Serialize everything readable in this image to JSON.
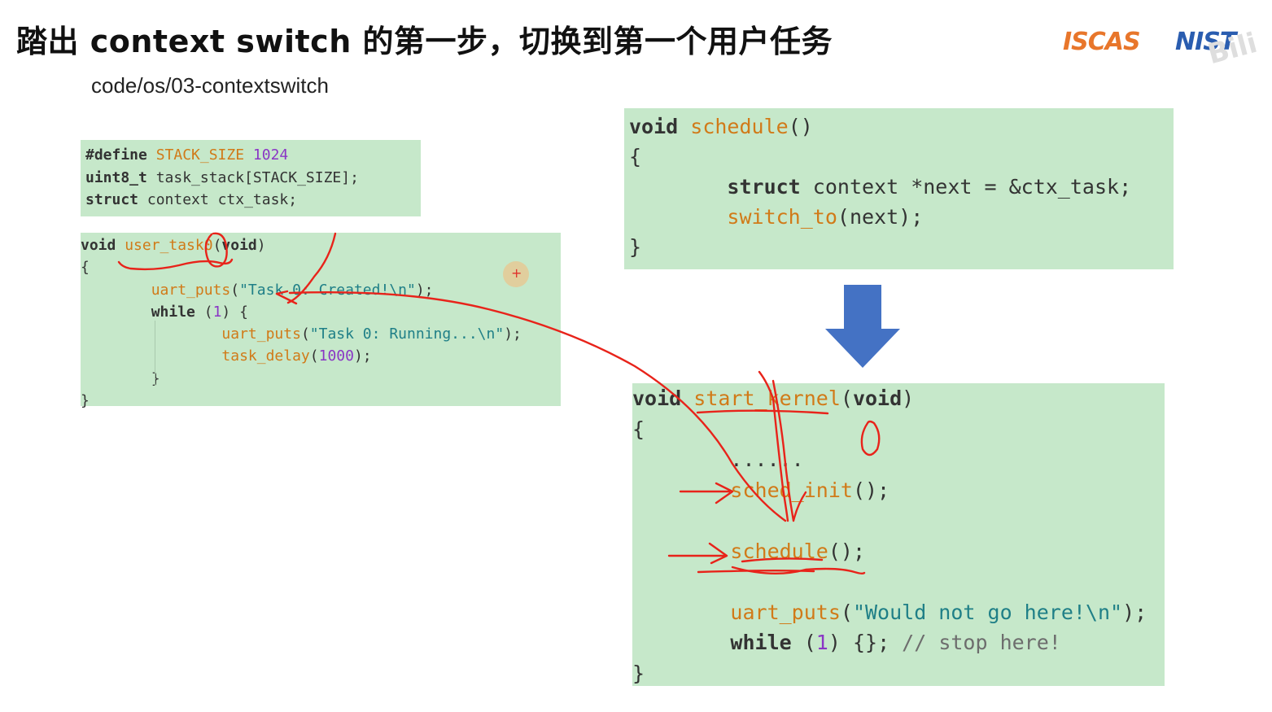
{
  "slide": {
    "title": "踏出 context switch 的第一步，切换到第一个用户任务",
    "subtitle": "code/os/03-contextswitch",
    "logos": {
      "iscas": "ISCAS",
      "nist": "NIST"
    },
    "watermark": "Bili"
  },
  "code_defines": [
    [
      [
        "kw",
        "#define "
      ],
      [
        "fn",
        "STACK_SIZE "
      ],
      [
        "num",
        "1024"
      ]
    ],
    [
      [
        "kw",
        "uint8_t"
      ],
      [
        "plain",
        " task_stack[STACK_SIZE];"
      ]
    ],
    [
      [
        "kw",
        "struct"
      ],
      [
        "plain",
        " context ctx_task;"
      ]
    ]
  ],
  "code_user_task": [
    [
      [
        "kw",
        "void "
      ],
      [
        "fn",
        "user_task0"
      ],
      [
        "plain",
        "("
      ],
      [
        "kw",
        "void"
      ],
      [
        "plain",
        ")"
      ]
    ],
    [
      [
        "plain",
        "{"
      ]
    ],
    [
      [
        "plain",
        "        "
      ],
      [
        "fn",
        "uart_puts"
      ],
      [
        "plain",
        "("
      ],
      [
        "str",
        "\"Task 0: Created!\\n\""
      ],
      [
        "plain",
        ");"
      ]
    ],
    [
      [
        "plain",
        "        "
      ],
      [
        "kw",
        "while"
      ],
      [
        "plain",
        " ("
      ],
      [
        "num",
        "1"
      ],
      [
        "plain",
        ") {"
      ]
    ],
    [
      [
        "plain",
        "                "
      ],
      [
        "fn",
        "uart_puts"
      ],
      [
        "plain",
        "("
      ],
      [
        "str",
        "\"Task 0: Running...\\n\""
      ],
      [
        "plain",
        ");"
      ]
    ],
    [
      [
        "plain",
        "                "
      ],
      [
        "fn",
        "task_delay"
      ],
      [
        "plain",
        "("
      ],
      [
        "num",
        "1000"
      ],
      [
        "plain",
        ");"
      ]
    ],
    [
      [
        "plain",
        "        }"
      ]
    ],
    [
      [
        "plain",
        "}"
      ]
    ]
  ],
  "code_schedule": [
    [
      [
        "kw",
        "void "
      ],
      [
        "fn",
        "schedule"
      ],
      [
        "plain",
        "()"
      ]
    ],
    [
      [
        "plain",
        "{"
      ]
    ],
    [
      [
        "plain",
        "        "
      ],
      [
        "kw",
        "struct"
      ],
      [
        "plain",
        " context *next = &ctx_task;"
      ]
    ],
    [
      [
        "plain",
        "        "
      ],
      [
        "fn",
        "switch_to"
      ],
      [
        "plain",
        "(next);"
      ]
    ],
    [
      [
        "plain",
        "}"
      ]
    ]
  ],
  "code_start_kernel": [
    [
      [
        "kw",
        "void "
      ],
      [
        "fn",
        "start_kernel"
      ],
      [
        "plain",
        "("
      ],
      [
        "kw",
        "void"
      ],
      [
        "plain",
        ")"
      ]
    ],
    [
      [
        "plain",
        "{"
      ]
    ],
    [
      [
        "plain",
        "        ......"
      ]
    ],
    [
      [
        "plain",
        "        "
      ],
      [
        "fn",
        "sched_init"
      ],
      [
        "plain",
        "();"
      ]
    ],
    [
      [
        "plain",
        ""
      ]
    ],
    [
      [
        "plain",
        "        "
      ],
      [
        "fn",
        "schedule"
      ],
      [
        "plain",
        "();"
      ]
    ],
    [
      [
        "plain",
        ""
      ]
    ],
    [
      [
        "plain",
        "        "
      ],
      [
        "fn",
        "uart_puts"
      ],
      [
        "plain",
        "("
      ],
      [
        "str",
        "\"Would not go here!\\n\""
      ],
      [
        "plain",
        ");"
      ]
    ],
    [
      [
        "plain",
        "        "
      ],
      [
        "kw",
        "while"
      ],
      [
        "plain",
        " ("
      ],
      [
        "num",
        "1"
      ],
      [
        "plain",
        ") {}; "
      ],
      [
        "cmt",
        "// stop here!"
      ]
    ],
    [
      [
        "plain",
        "}"
      ]
    ]
  ],
  "colors": {
    "code_background": "#c6e8ca",
    "keyword": "#333333",
    "function": "#d17a18",
    "number": "#8a36c5",
    "string": "#1f7f87",
    "arrow_blue": "#4472c4",
    "annotation_red": "#e8231a"
  },
  "icons": {
    "flow_arrow": "arrow-down-icon",
    "cursor": "pointer-cursor-icon"
  }
}
